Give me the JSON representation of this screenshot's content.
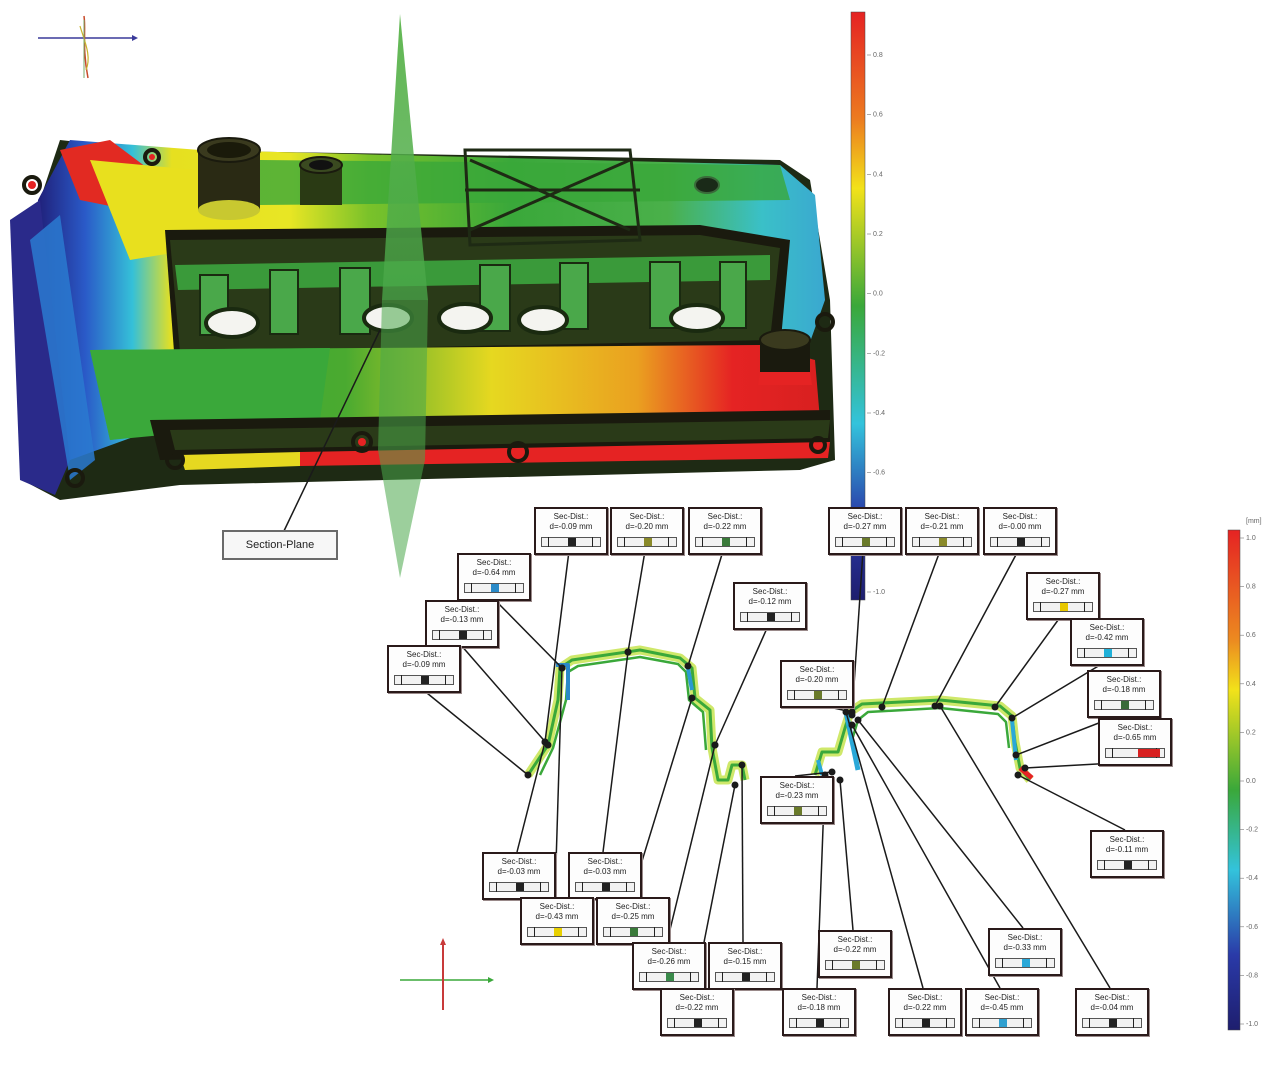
{
  "section_plane": {
    "label": "Section-Plane"
  },
  "callout_text": {
    "title": "Sec-Dist.:",
    "unit": "mm"
  },
  "callouts": [
    {
      "id": "c1",
      "d": "-0.09",
      "color": "#222222"
    },
    {
      "id": "c2",
      "d": "-0.20",
      "color": "#8a8a2a"
    },
    {
      "id": "c3",
      "d": "-0.22",
      "color": "#3a7a3a"
    },
    {
      "id": "c4",
      "d": "-0.64",
      "color": "#2a8ac8"
    },
    {
      "id": "c5",
      "d": "-0.13",
      "color": "#222222"
    },
    {
      "id": "c6",
      "d": "-0.09",
      "color": "#222222"
    },
    {
      "id": "c7",
      "d": "-0.12",
      "color": "#222222"
    },
    {
      "id": "c8",
      "d": "-0.27",
      "color": "#6a7a2a"
    },
    {
      "id": "c9",
      "d": "-0.20",
      "color": "#6a7a2a"
    },
    {
      "id": "c10",
      "d": "-0.21",
      "color": "#8a8a2a"
    },
    {
      "id": "c11",
      "d": "-0.00",
      "color": "#222222"
    },
    {
      "id": "c12",
      "d": "-0.27",
      "color": "#e8c800"
    },
    {
      "id": "c13",
      "d": "-0.42",
      "color": "#20b0d8"
    },
    {
      "id": "c14",
      "d": "-0.18",
      "color": "#3a6a3a"
    },
    {
      "id": "c15",
      "d": "-0.65",
      "color": "#d82020"
    },
    {
      "id": "c16",
      "d": "-0.23",
      "color": "#6a7a2a"
    },
    {
      "id": "c17",
      "d": "-0.11",
      "color": "#222222"
    },
    {
      "id": "c18",
      "d": "-0.03",
      "color": "#222222"
    },
    {
      "id": "c19",
      "d": "-0.03",
      "color": "#222222"
    },
    {
      "id": "c20",
      "d": "-0.43",
      "color": "#e8d000"
    },
    {
      "id": "c21",
      "d": "-0.25",
      "color": "#3a7a3a"
    },
    {
      "id": "c22",
      "d": "-0.26",
      "color": "#3a8a4a"
    },
    {
      "id": "c23",
      "d": "-0.15",
      "color": "#222222"
    },
    {
      "id": "c24",
      "d": "-0.22",
      "color": "#6a7a2a"
    },
    {
      "id": "c25",
      "d": "-0.33",
      "color": "#2aa8d8"
    },
    {
      "id": "c26",
      "d": "-0.22",
      "color": "#222222"
    },
    {
      "id": "c27",
      "d": "-0.18",
      "color": "#222222"
    },
    {
      "id": "c28",
      "d": "-0.22",
      "color": "#222222"
    },
    {
      "id": "c29",
      "d": "-0.45",
      "color": "#30a0d0"
    },
    {
      "id": "c30",
      "d": "-0.04",
      "color": "#222222"
    }
  ],
  "scale_upper": {
    "ticks": [
      "0.8",
      "0.6",
      "0.4",
      "0.2",
      "0.0",
      "-0.2",
      "-0.4",
      "-0.6",
      "-0.8",
      "-1.0"
    ]
  },
  "scale_lower": {
    "unit": "[mm]",
    "ticks": [
      "1.0",
      "0.8",
      "0.6",
      "0.4",
      "0.2",
      "0.0",
      "-0.2",
      "-0.4",
      "-0.6",
      "-0.8",
      "-1.0"
    ]
  },
  "colors": {
    "red": "#e52323",
    "yellow": "#f2e21a",
    "green": "#3aa83a",
    "cyan": "#33c3dc",
    "blue": "#2a3aa8",
    "darkblue": "#1e1e6e",
    "dark": "#1a1a0e"
  }
}
